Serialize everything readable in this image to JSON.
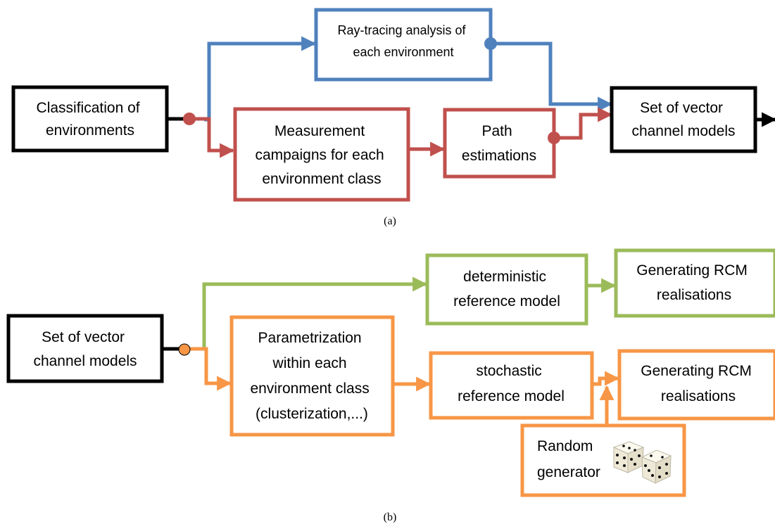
{
  "colors": {
    "black": "#000000",
    "blue": "#4f81bd",
    "red": "#c0504d",
    "green": "#9bbb59",
    "orange": "#f79646",
    "dice_face": "#f3efe2",
    "dice_pip": "#111111"
  },
  "panel_a": {
    "caption": "(a)",
    "classification": [
      "Classification of",
      "environments"
    ],
    "ray_tracing": [
      "Ray-tracing analysis of",
      "each environment"
    ],
    "measurement": [
      "Measurement",
      "campaigns for each",
      "environment class"
    ],
    "path_estimations": [
      "Path",
      "estimations"
    ],
    "vector_models": [
      "Set of vector",
      "channel models"
    ]
  },
  "panel_b": {
    "caption": "(b)",
    "vector_models": [
      "Set of vector",
      "channel models"
    ],
    "deterministic": [
      "deterministic",
      "reference model"
    ],
    "generating_top": [
      "Generating RCM",
      "realisations"
    ],
    "parametrization": [
      "Parametrization",
      "within each",
      "environment class",
      "(clusterization,...)"
    ],
    "stochastic": [
      "stochastic",
      "reference model"
    ],
    "generating_bottom": [
      "Generating RCM",
      "realisations"
    ],
    "random_generator": [
      "Random",
      "generator"
    ],
    "dice_icon": "dice-icon"
  }
}
